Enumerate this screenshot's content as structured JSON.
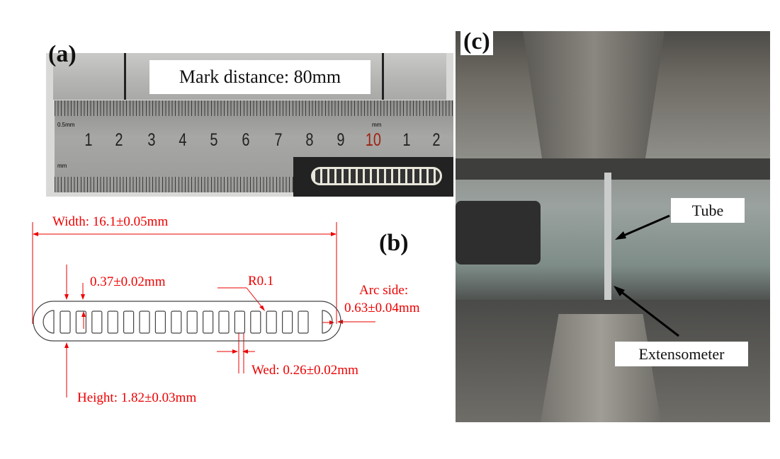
{
  "panels": {
    "a": "(a)",
    "b": "(b)",
    "c": "(c)"
  },
  "panel_a": {
    "mark_label": "Mark distance: 80mm",
    "ruler_numbers": [
      "1",
      "2",
      "3",
      "4",
      "5",
      "6",
      "7",
      "8",
      "9",
      "10",
      "1",
      "2"
    ],
    "ruler_small": [
      "0.5mm",
      "mm",
      "mm"
    ]
  },
  "panel_b": {
    "width": "Width: 16.1±0.05mm",
    "wall": "0.37±0.02mm",
    "radius": "R0.1",
    "arc_label": "Arc side:",
    "arc_value": "0.63±0.04mm",
    "web": "Wed: 0.26±0.02mm",
    "height": "Height: 1.82±0.03mm"
  },
  "panel_c": {
    "tube": "Tube",
    "extensometer": "Extensometer"
  },
  "colors": {
    "dimension": "#e00000"
  }
}
